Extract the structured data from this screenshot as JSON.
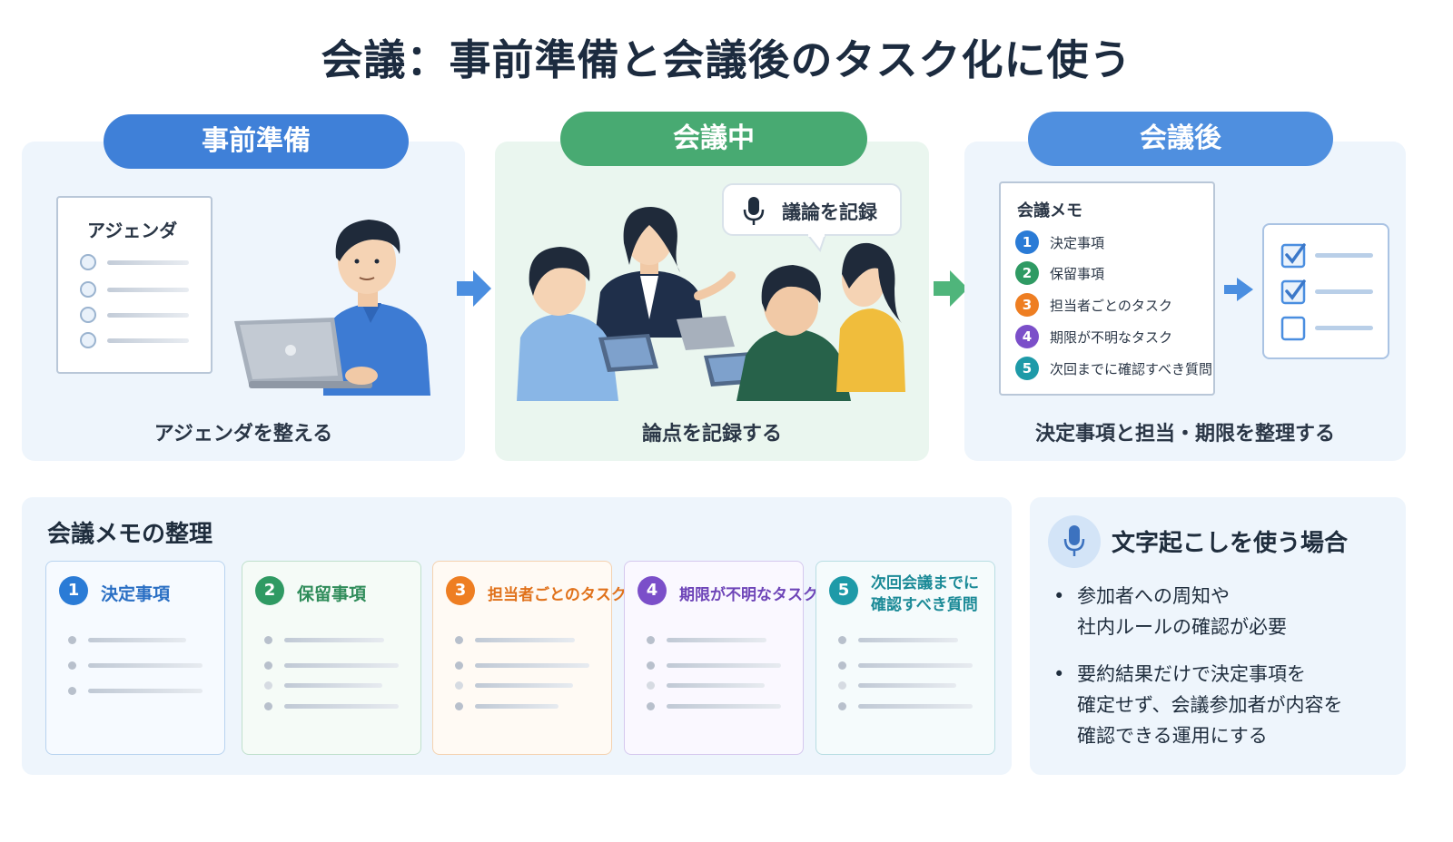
{
  "title": "会議：事前準備と会議後のタスク化に使う",
  "phases": [
    {
      "label": "事前準備",
      "caption": "アジェンダを整える",
      "card_title": "アジェンダ"
    },
    {
      "label": "会議中",
      "caption": "論点を記録する",
      "bubble_text": "議論を記録"
    },
    {
      "label": "会議後",
      "caption": "決定事項と担当・期限を整理する",
      "card_title": "会議メモ",
      "items": [
        {
          "num": "1",
          "label": "決定事項"
        },
        {
          "num": "2",
          "label": "保留事項"
        },
        {
          "num": "3",
          "label": "担当者ごとのタスク"
        },
        {
          "num": "4",
          "label": "期限が不明なタスク"
        },
        {
          "num": "5",
          "label": "次回までに確認すべき質問"
        }
      ]
    }
  ],
  "memo_section": {
    "title": "会議メモの整理",
    "columns": [
      {
        "num": "1",
        "label": "決定事項",
        "color": "#2a7bd6"
      },
      {
        "num": "2",
        "label": "保留事項",
        "color": "#2f9a63"
      },
      {
        "num": "3",
        "label": "担当者ごとのタスク",
        "color": "#ee7e22"
      },
      {
        "num": "4",
        "label": "期限が不明なタスク",
        "color": "#7b4fc9"
      },
      {
        "num": "5",
        "label": "次回会議までに確認すべき質問",
        "color": "#1e9aa8"
      }
    ]
  },
  "transcription": {
    "title": "文字起こしを使う場合",
    "bullets": [
      "参加者への周知や\n社内ルールの確認が必要",
      "要約結果だけで決定事項を\n確定せず、会議参加者が内容を\n確認できる運用にする"
    ]
  },
  "colors": {
    "blue": "#3f80d8",
    "green": "#48aa72",
    "arrow_blue": "#4a8ee0",
    "arrow_green": "#4fb57b"
  }
}
